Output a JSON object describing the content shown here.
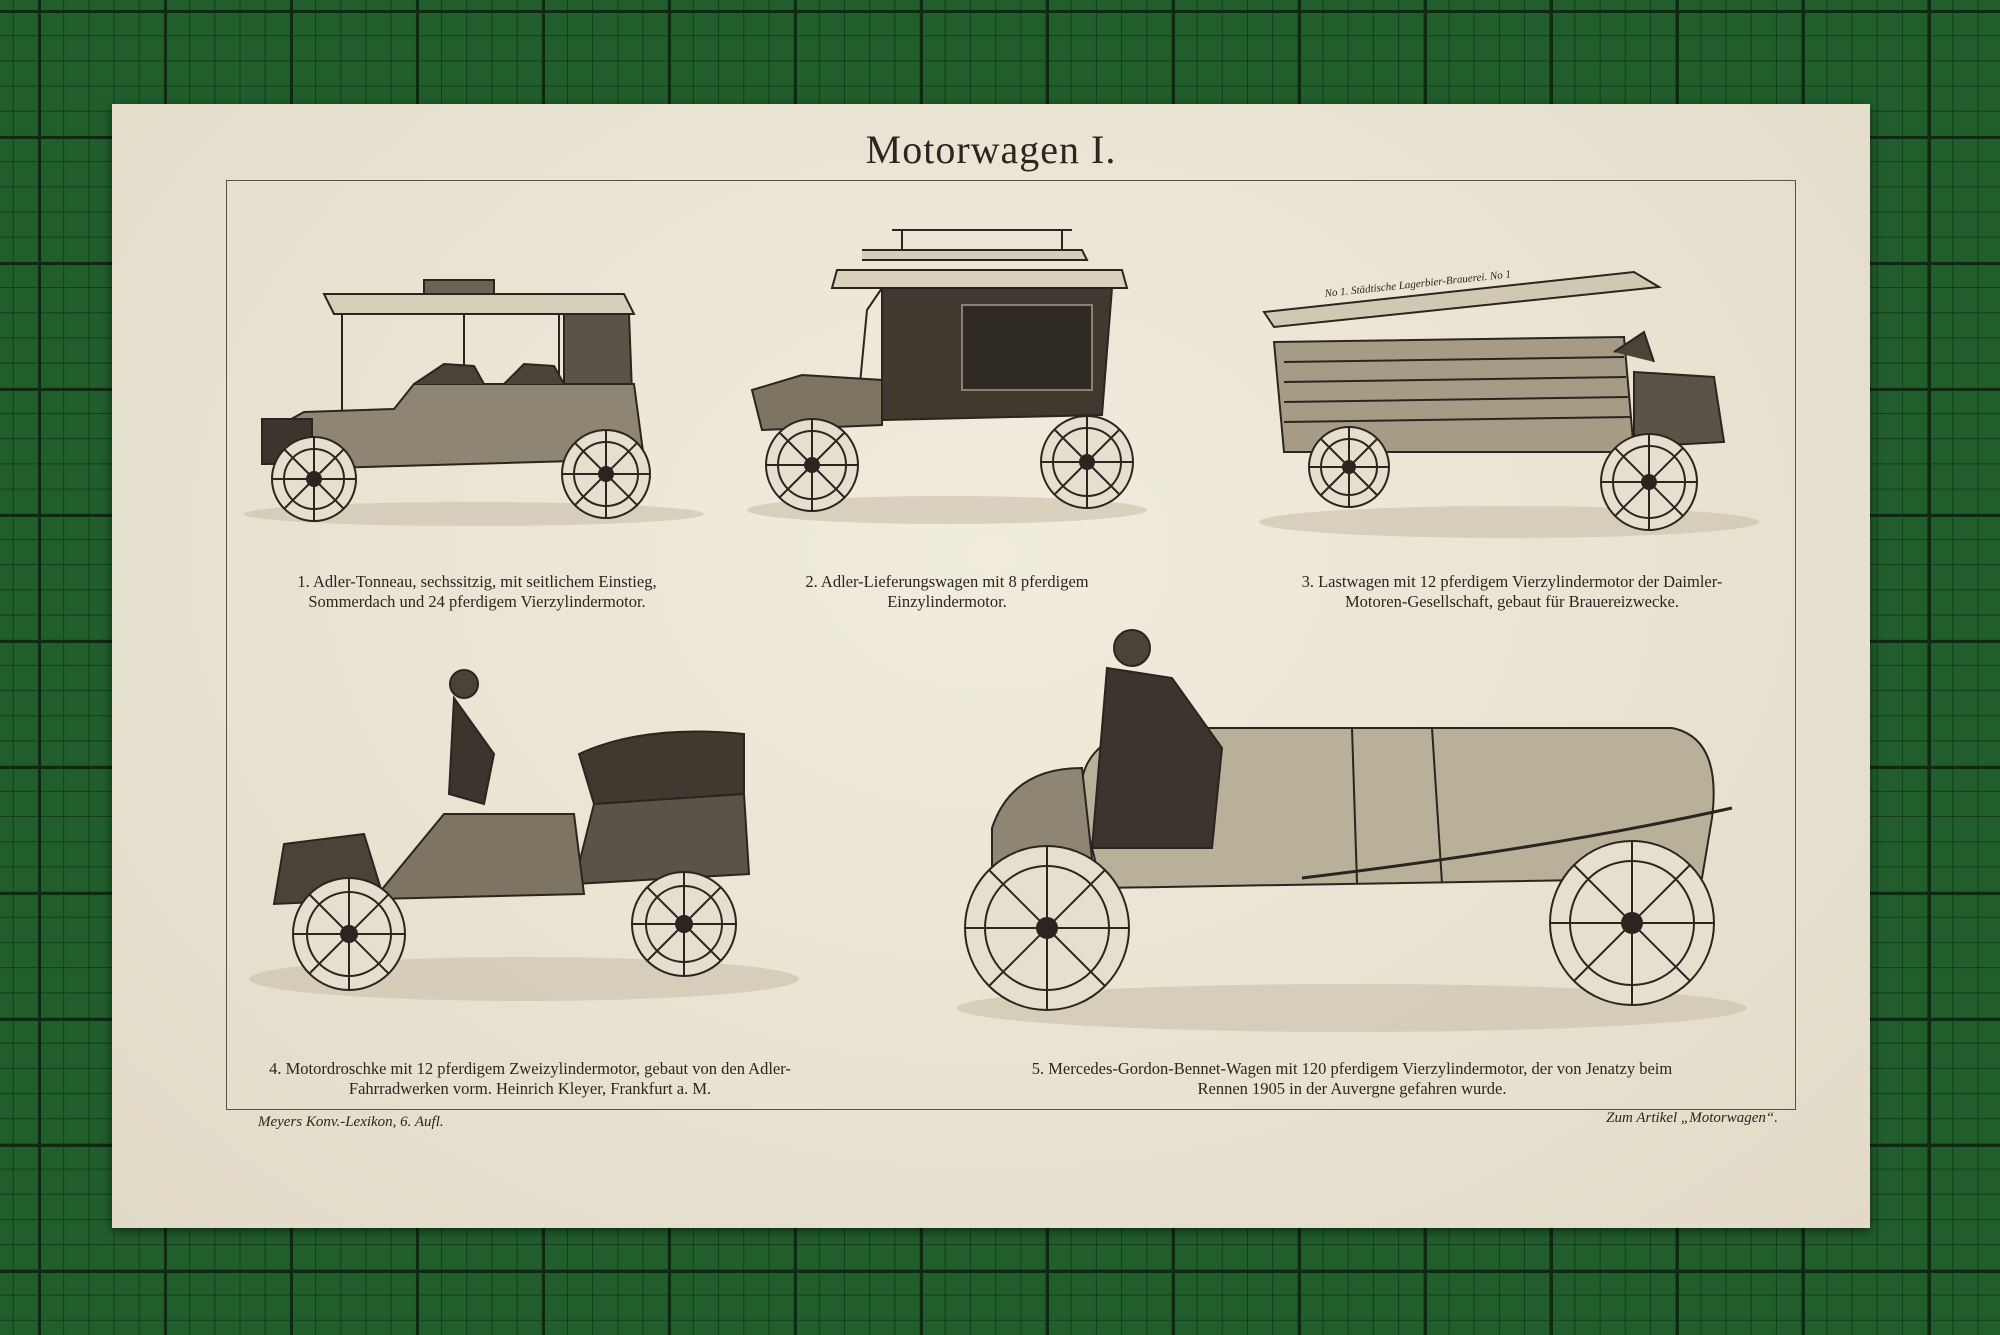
{
  "title": "Motorwagen I.",
  "figures": [
    {
      "caption_1": "1. Adler-Tonneau, sechssitzig, mit seitlichem Einstieg,",
      "caption_2": "Sommerdach und 24 pferdigem Vierzylindermotor."
    },
    {
      "caption_1": "2. Adler-Lieferungswagen mit 8 pferdigem",
      "caption_2": "Einzylindermotor."
    },
    {
      "caption_1": "3. Lastwagen mit 12 pferdigem Vierzylindermotor der Daimler-",
      "caption_2": "Motoren-Gesellschaft, gebaut für Brauereizwecke.",
      "banner_text": "No 1. Städtische Lagerbier-Brauerei. No 1"
    },
    {
      "caption_1": "4. Motordroschke mit 12 pferdigem Zweizylindermotor, gebaut von den Adler-",
      "caption_2": "Fahrradwerken vorm. Heinrich Kleyer, Frankfurt a. M."
    },
    {
      "caption_1": "5. Mercedes-Gordon-Bennet-Wagen mit 120 pferdigem Vierzylindermotor, der von Jenatzy beim",
      "caption_2": "Rennen 1905 in der Auvergne gefahren wurde."
    }
  ],
  "footer": {
    "left": "Meyers Konv.-Lexikon, 6. Aufl.",
    "right": "Zum Artikel „Motorwagen“."
  },
  "colors": {
    "mat": "#215e2c",
    "paper": "#ece6d6",
    "ink": "#2a2520"
  }
}
